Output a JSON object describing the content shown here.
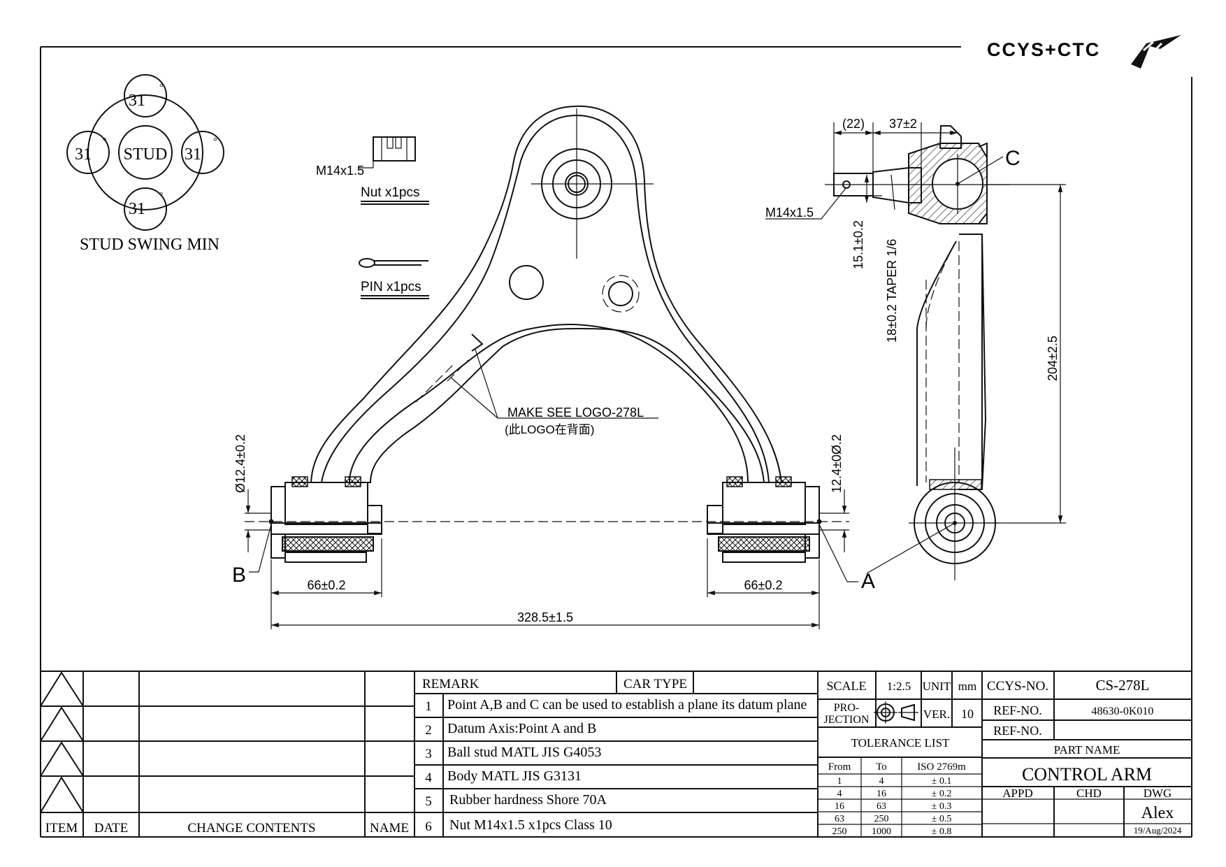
{
  "logo": {
    "text": "CCYS+CTC"
  },
  "stud_swing": {
    "angles": [
      "31",
      "31",
      "31",
      "31"
    ],
    "degree_mark": "°",
    "center": "STUD",
    "caption": "STUD SWING MIN"
  },
  "nut": {
    "thread": "M14x1.5",
    "label": "Nut x1pcs"
  },
  "pin": {
    "label": "PIN x1pcs"
  },
  "logo_note": {
    "line1": "MAKE SEE LOGO-278L",
    "line2": "(此LOGO在背面)"
  },
  "dims": {
    "bushing_dia_left": "Ø12.4±0.2",
    "bushing_dia_right": "12.4±0Ø.2",
    "bushing_len_left": "66±0.2",
    "bushing_len_right": "66±0.2",
    "overall": "328.5±1.5",
    "stud_22": "(22)",
    "stud_37": "37±2",
    "stud_thread": "M14x1.5",
    "stud_15": "15.1±0.2",
    "taper": "18±0.2 TAPER 1/6",
    "height_204": "204±2.5"
  },
  "points": {
    "a": "A",
    "b": "B",
    "c": "C"
  },
  "revision_table": {
    "headers": {
      "item": "ITEM",
      "date": "DATE",
      "change": "CHANGE CONTENTS",
      "name": "NAME"
    }
  },
  "remarks": {
    "header": "REMARK",
    "car_type": "CAR TYPE",
    "items": [
      {
        "no": "1",
        "text": "Point A,B and C can be used to establish a plane its datum plane"
      },
      {
        "no": "2",
        "text": "Datum Axis:Point A and B"
      },
      {
        "no": "3",
        "text": "Ball stud MATL JIS G4053"
      },
      {
        "no": "4",
        "text": "Body MATL JIS G3131"
      },
      {
        "no": "5",
        "text": "Rubber hardness Shore 70A"
      },
      {
        "no": "6",
        "text": "Nut M14x1.5 x1pcs Class 10"
      }
    ]
  },
  "scale": {
    "label": "SCALE",
    "value": "1:2.5",
    "unit_label": "UNIT",
    "unit": "mm"
  },
  "projection": {
    "label_l1": "PRO-",
    "label_l2": "JECTION",
    "ver_label": "VER.",
    "ver": "10"
  },
  "tolerance": {
    "title": "TOLERANCE LIST",
    "headers": [
      "From",
      "To",
      "ISO 2769m"
    ],
    "rows": [
      [
        "1",
        "4",
        "± 0.1"
      ],
      [
        "4",
        "16",
        "± 0.2"
      ],
      [
        "16",
        "63",
        "± 0.3"
      ],
      [
        "63",
        "250",
        "± 0.5"
      ],
      [
        "250",
        "1000",
        "± 0.8"
      ]
    ]
  },
  "title_block": {
    "ccys_label": "CCYS-NO.",
    "ccys_no": "CS-278L",
    "ref_label_1": "REF-NO.",
    "ref_no_1": "48630-0K010",
    "ref_label_2": "REF-NO.",
    "ref_no_2": "",
    "part_name_label": "PART NAME",
    "part_name": "CONTROL ARM",
    "appd": "APPD",
    "chd": "CHD",
    "dwg": "DWG",
    "drawer": "Alex",
    "date": "19/Aug/2024"
  }
}
